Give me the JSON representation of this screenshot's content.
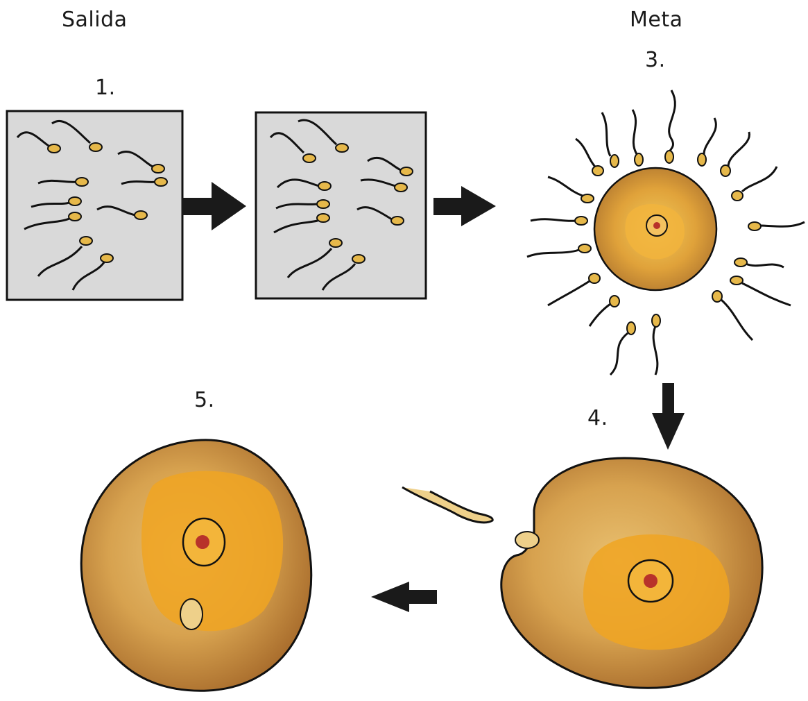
{
  "labels": {
    "start": "Salida",
    "goal": "Meta",
    "step1": "1.",
    "step3": "3.",
    "step4": "4.",
    "step5": "5."
  },
  "colors": {
    "panel": "#d6d6d6",
    "sperm_fill": "#e6b84a",
    "egg_outer": "#c98f3a",
    "egg_inner": "#e8a22a",
    "nucleus": "#b8322a",
    "ink": "#111111"
  },
  "icons": [
    "sperm-icon",
    "egg-cell-icon",
    "arrow-right-icon",
    "arrow-down-icon",
    "arrow-left-icon"
  ]
}
